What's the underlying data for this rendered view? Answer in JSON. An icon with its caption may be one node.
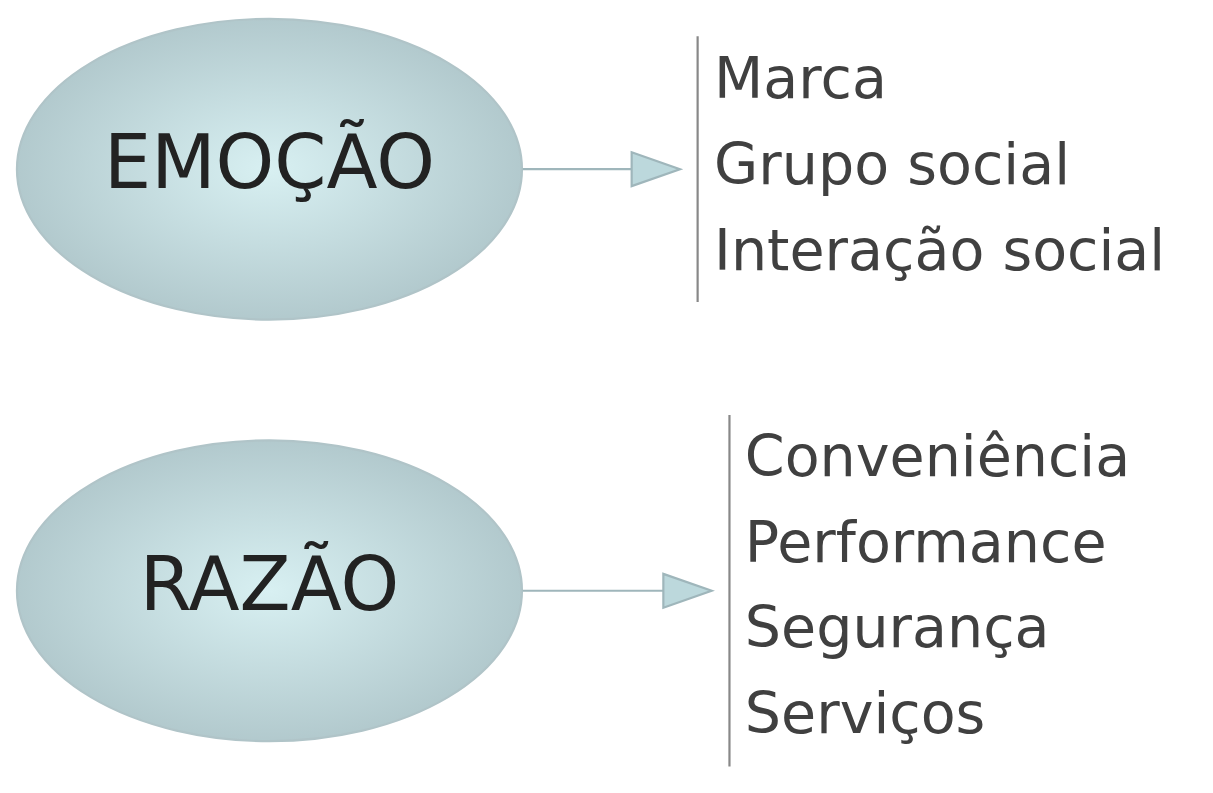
{
  "diagram": {
    "nodes": [
      {
        "text": [
          "RAZÃO"
        ]
      },
      {
        "text": [
          "Conveniência",
          "Performance",
          "Segurança",
          "Serviços"
        ]
      },
      {
        "text": [
          "EMOÇÃO"
        ]
      },
      {
        "text": [
          "Marca",
          "Grupo social",
          "Interação social"
        ]
      }
    ],
    "edges": [
      {
        "from": 0,
        "to": 1,
        "arrow": "to"
      },
      {
        "from": 2,
        "to": 3,
        "arrow": "to"
      }
    ]
  }
}
